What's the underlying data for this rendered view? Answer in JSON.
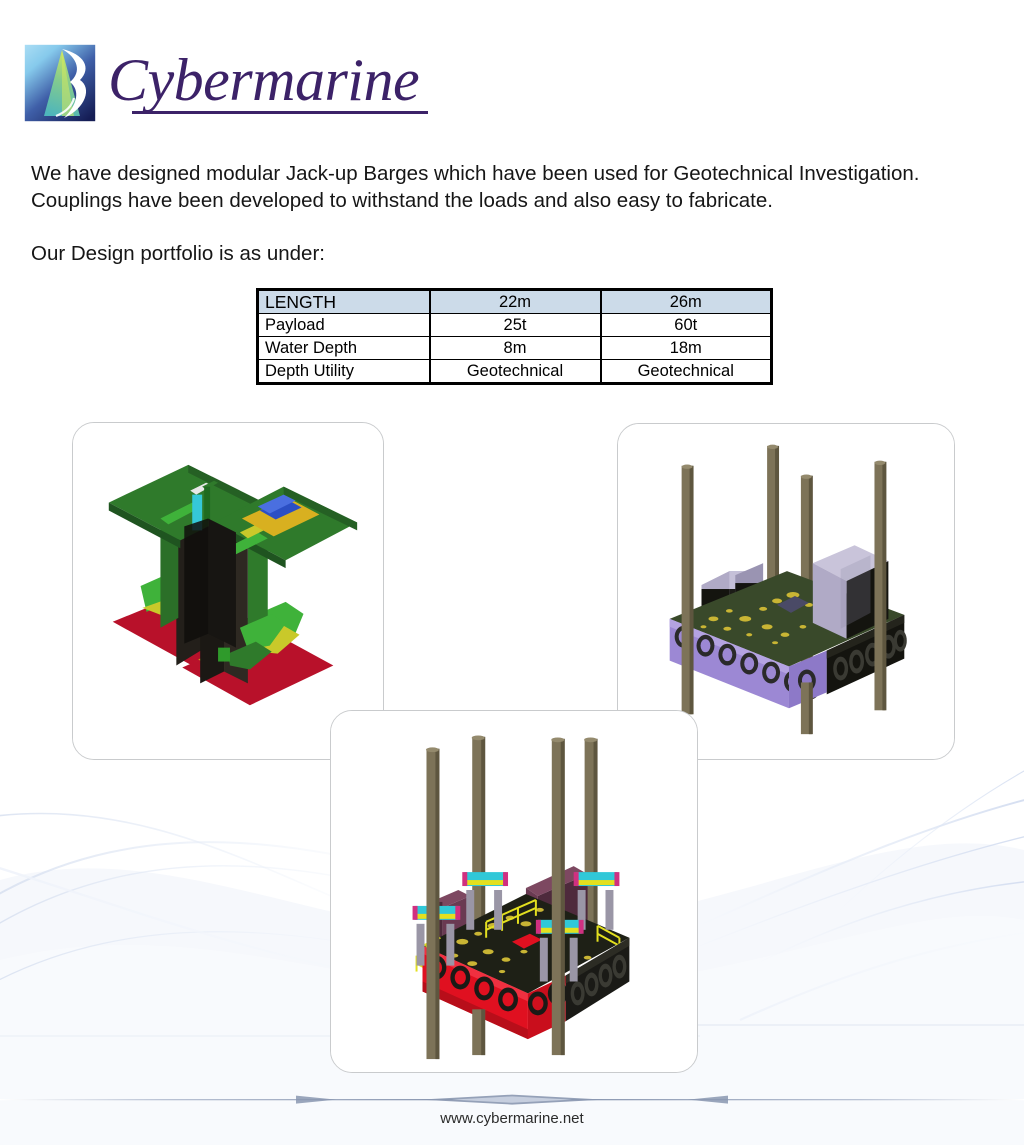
{
  "brand": {
    "logo_mark_name": "cybermarine-ab-logo-icon",
    "wordmark": "Cybermarine",
    "wordmark_color": "#3c2268",
    "mark_colors": {
      "sky_top": "#8fd0f0",
      "sky_light": "#bfe4f6",
      "navy_bottom": "#1b2360",
      "triangle_green": "#9fd14a",
      "triangle_teal": "#63bfa8",
      "b_curve_white": "#ffffff"
    }
  },
  "intro": {
    "line1": "We have designed modular Jack-up Barges which have been used for Geotechnical Investigation.",
    "line2": "Couplings have been developed to withstand the loads and also easy to fabricate.",
    "portfolio_label": "Our Design portfolio is as under:"
  },
  "spec_table": {
    "header_bg": "#ccdbe9",
    "rows": [
      {
        "label": "LENGTH",
        "col1": "22m",
        "col2": "26m"
      },
      {
        "label": "Payload",
        "col1": "25t",
        "col2": "60t"
      },
      {
        "label": "Water Depth",
        "col1": "8m",
        "col2": "18m"
      },
      {
        "label": "Depth Utility",
        "col1": "Geotechnical",
        "col2": "Geotechnical"
      }
    ]
  },
  "gallery": {
    "cards": [
      {
        "name": "coupling-render",
        "caption": "",
        "colors": {
          "plate_green_top": "#2f7a2b",
          "plate_green_light": "#3fb23a",
          "plate_green_mid": "#2b8a2b",
          "base_red": "#b8112a",
          "accent_yellow": "#d8b020",
          "accent_yellow_bright": "#e8d33a",
          "column_dark": "#2a241f",
          "column_dark2": "#3a322a",
          "detail_blue": "#2b4fc4",
          "detail_cyan": "#35c8d8"
        }
      },
      {
        "name": "jackup-barge-purple-render",
        "caption": "",
        "colors": {
          "leg": "#7d7358",
          "leg_dark": "#5e563f",
          "deck_green": "#39492a",
          "deck_dot": "#c9b534",
          "hull_purple": "#9c88d4",
          "hull_purple_dark": "#7f6cb8",
          "hull_black": "#14140f",
          "house_gray": "#b0aac6",
          "house_gray_dark": "#8d87a4",
          "fender_ring": "#2a2a2a"
        }
      },
      {
        "name": "jackup-barge-red-render",
        "caption": "",
        "colors": {
          "leg": "#7d7358",
          "leg_dark": "#5e563f",
          "deck_dark": "#1e2016",
          "deck_dot": "#c9b534",
          "hull_red": "#e01020",
          "hull_red_dark": "#a80c18",
          "hull_black": "#1a1a16",
          "house_maroon": "#6a3a52",
          "house_maroon_dark": "#4e2a3c",
          "railing_yellow": "#e3e01f",
          "collar_cyan": "#30c8d8",
          "collar_magenta": "#d03080",
          "cylinder_gray": "#9a96a6"
        }
      }
    ]
  },
  "footer": {
    "url": "www.cybermarine.net",
    "divider_color": "#9aa6bd"
  }
}
